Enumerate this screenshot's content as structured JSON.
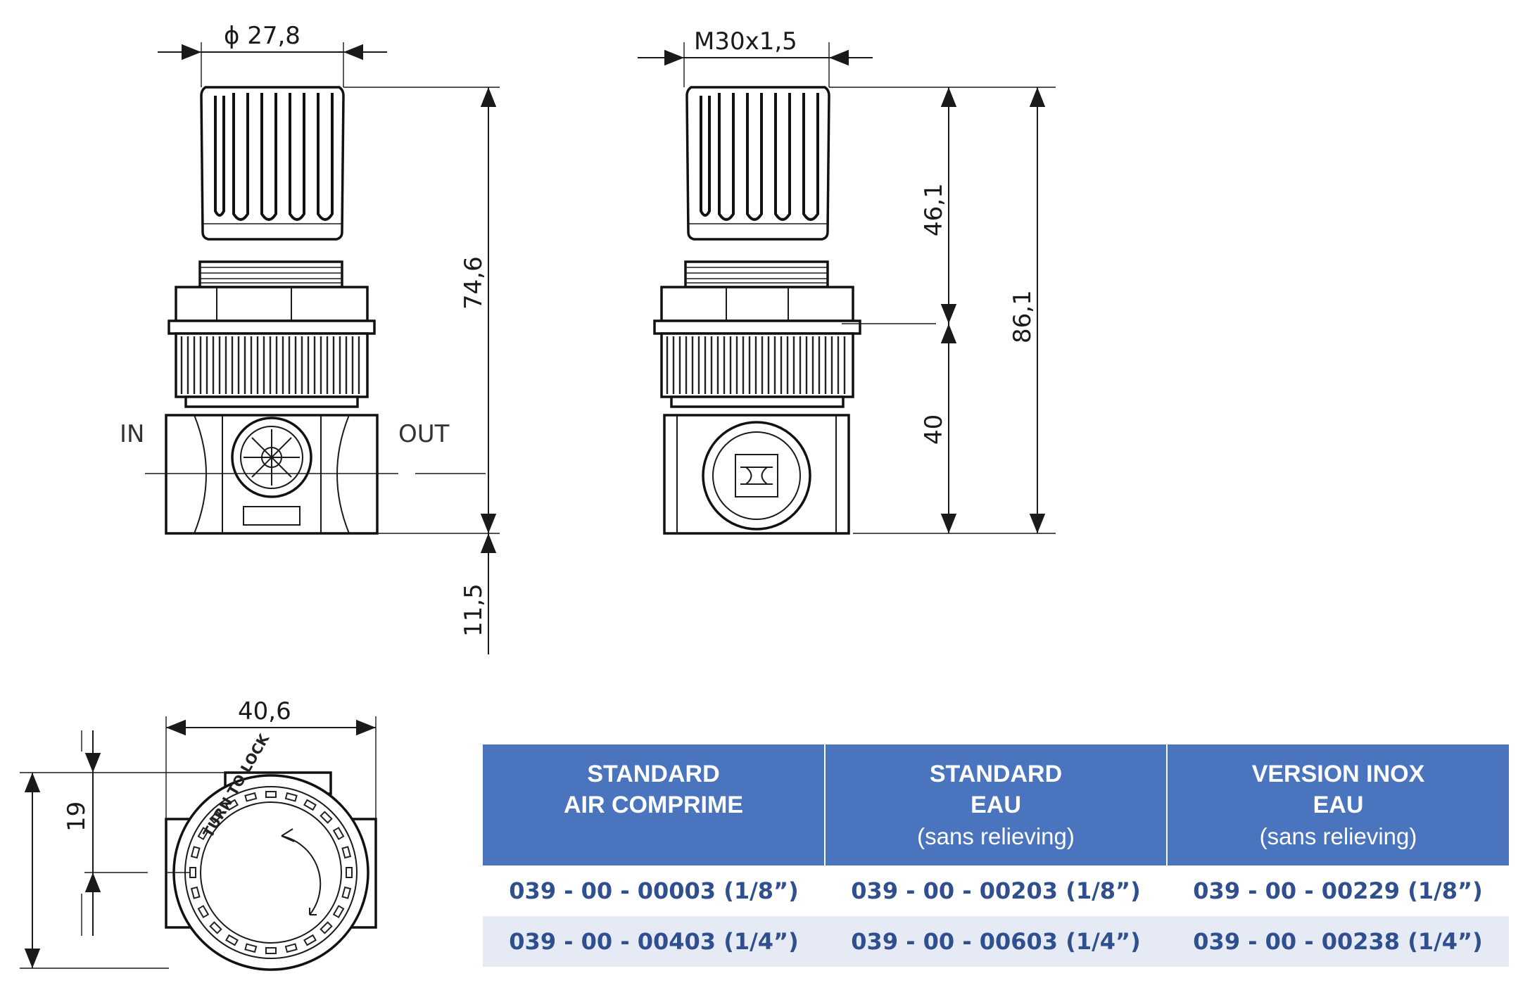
{
  "dimensions": {
    "top_diameter": "ϕ 27,8",
    "thread": "M30x1,5",
    "height_left": "74,6",
    "bottom_offset": "11,5",
    "upper_height": "46,1",
    "lower_height": "40",
    "total_height": "86,1",
    "width_bottom": "40,6",
    "offset_19": "19"
  },
  "port_labels": {
    "in": "IN",
    "out": "OUT"
  },
  "lock_text": "TURN TO LOCK",
  "table": {
    "headers": [
      {
        "line1": "STANDARD",
        "line2": "AIR COMPRIME",
        "sub": ""
      },
      {
        "line1": "STANDARD",
        "line2": "EAU",
        "sub": "(sans relieving)"
      },
      {
        "line1": "VERSION INOX",
        "line2": "EAU",
        "sub": "(sans relieving)"
      }
    ],
    "rows": [
      [
        "039 - 00 - 00003 (1/8”)",
        "039 - 00 - 00203 (1/8”)",
        "039 - 00 - 00229 (1/8”)"
      ],
      [
        "039 - 00 - 00403 (1/4”)",
        "039 - 00 - 00603 (1/4”)",
        "039 - 00 - 00238 (1/4”)"
      ]
    ]
  },
  "colors": {
    "header_bg": "#4a74bd",
    "row_alt_bg": "#e6eaf4",
    "code_text": "#2f4f8f"
  }
}
